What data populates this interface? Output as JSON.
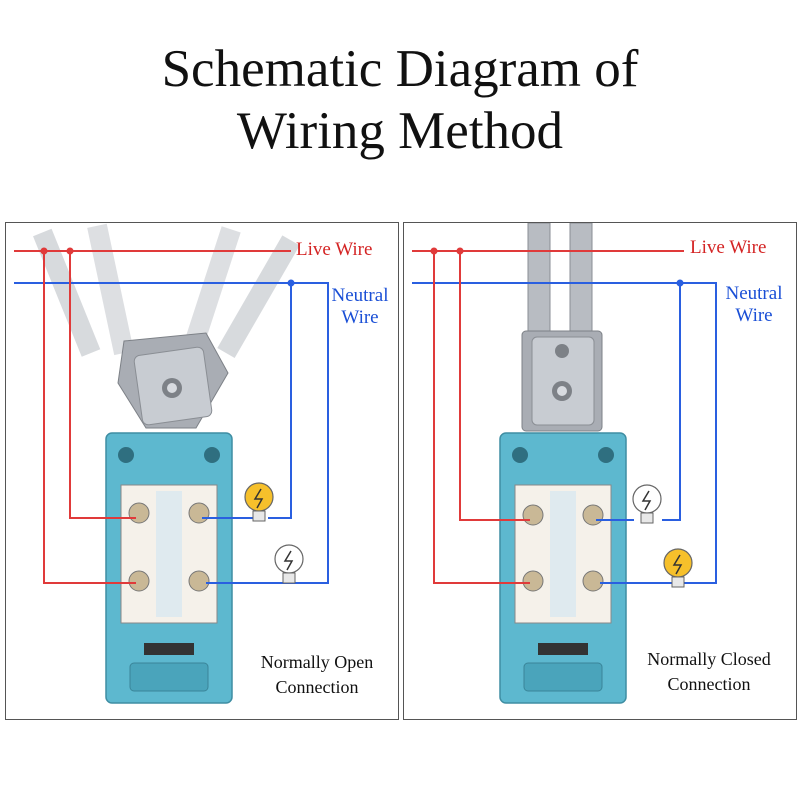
{
  "title_line1": "Schematic Diagram of",
  "title_line2": "Wiring Method",
  "colors": {
    "live": "#e03a3a",
    "neutral": "#2a5fe0",
    "switch_body": "#5db8cf",
    "lever": "#b8bcc2"
  },
  "panels": [
    {
      "live_label": "Live Wire",
      "neutral_label_1": "Neutral",
      "neutral_label_2": "Wire",
      "connection_1": "Normally Open",
      "connection_2": "Connection"
    },
    {
      "live_label": "Live Wire",
      "neutral_label_1": "Neutral",
      "neutral_label_2": "Wire",
      "connection_1": "Normally Closed",
      "connection_2": "Connection"
    }
  ]
}
